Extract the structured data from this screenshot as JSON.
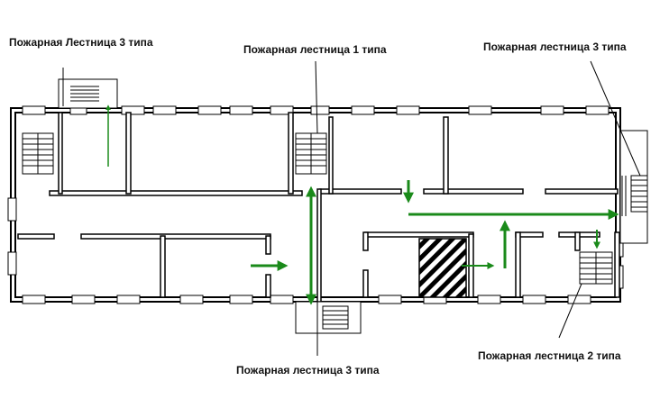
{
  "labels": {
    "top_left": "Пожарная Лестница 3 типа",
    "top_center": "Пожарная лестница 1 типа",
    "top_right": "Пожарная лестница 3 типа",
    "bottom_center": "Пожарная лестница 3 типа",
    "bottom_right": "Пожарная лестница 2 типа"
  },
  "colors": {
    "wall": "#000000",
    "arrow": "#1a8a1a",
    "background": "#ffffff"
  }
}
